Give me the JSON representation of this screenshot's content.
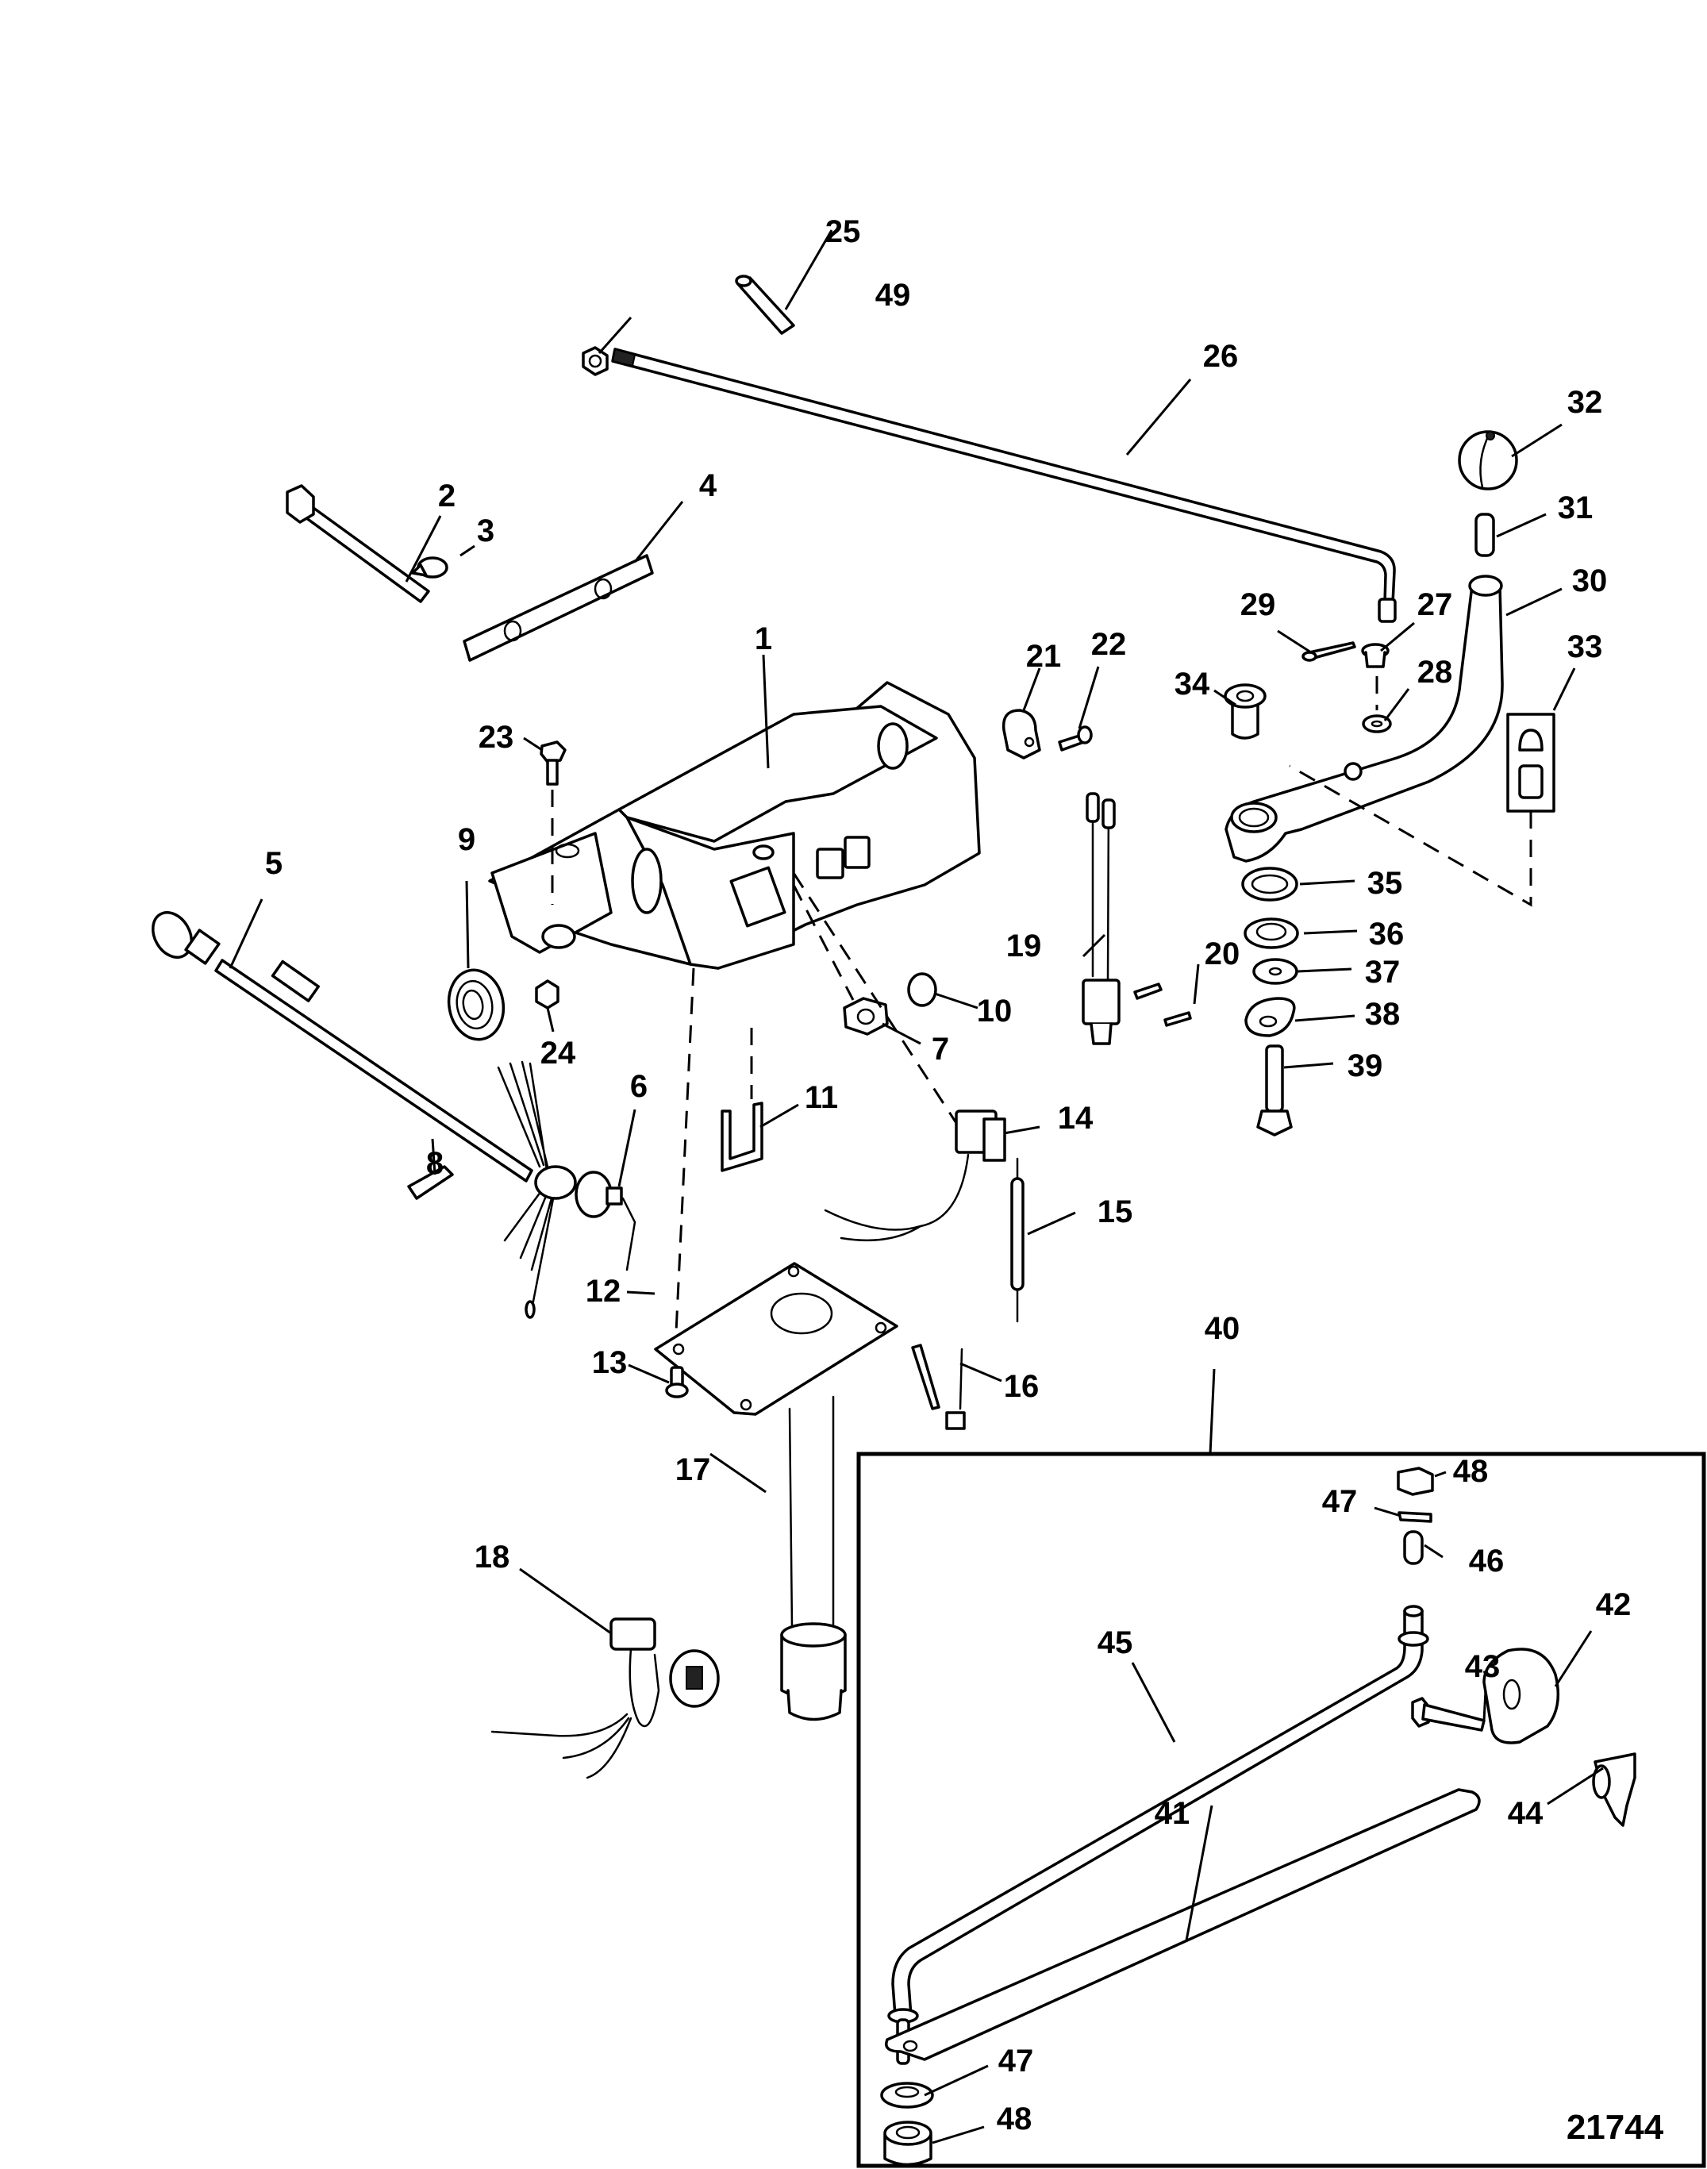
{
  "figure": {
    "type": "exploded parts diagram",
    "illustration_number": "21744",
    "background": "#ffffff",
    "line_color": "#000000"
  },
  "inset": {
    "label": "40",
    "contains": [
      "41",
      "42",
      "43",
      "44",
      "45",
      "46",
      "47",
      "48"
    ]
  },
  "callouts": [
    {
      "id": "c1",
      "label": "1"
    },
    {
      "id": "c2",
      "label": "2"
    },
    {
      "id": "c3",
      "label": "3"
    },
    {
      "id": "c4",
      "label": "4"
    },
    {
      "id": "c5",
      "label": "5"
    },
    {
      "id": "c6",
      "label": "6"
    },
    {
      "id": "c7",
      "label": "7"
    },
    {
      "id": "c8",
      "label": "8"
    },
    {
      "id": "c9",
      "label": "9"
    },
    {
      "id": "c10",
      "label": "10"
    },
    {
      "id": "c11",
      "label": "11"
    },
    {
      "id": "c12",
      "label": "12"
    },
    {
      "id": "c13",
      "label": "13"
    },
    {
      "id": "c14",
      "label": "14"
    },
    {
      "id": "c15",
      "label": "15"
    },
    {
      "id": "c16",
      "label": "16"
    },
    {
      "id": "c17",
      "label": "17"
    },
    {
      "id": "c18",
      "label": "18"
    },
    {
      "id": "c19",
      "label": "19"
    },
    {
      "id": "c20",
      "label": "20"
    },
    {
      "id": "c21",
      "label": "21"
    },
    {
      "id": "c22",
      "label": "22"
    },
    {
      "id": "c23",
      "label": "23"
    },
    {
      "id": "c24",
      "label": "24"
    },
    {
      "id": "c25",
      "label": "25"
    },
    {
      "id": "c26",
      "label": "26"
    },
    {
      "id": "c27",
      "label": "27"
    },
    {
      "id": "c28",
      "label": "28"
    },
    {
      "id": "c29",
      "label": "29"
    },
    {
      "id": "c30",
      "label": "30"
    },
    {
      "id": "c31",
      "label": "31"
    },
    {
      "id": "c32",
      "label": "32"
    },
    {
      "id": "c33",
      "label": "33"
    },
    {
      "id": "c34",
      "label": "34"
    },
    {
      "id": "c35",
      "label": "35"
    },
    {
      "id": "c36",
      "label": "36"
    },
    {
      "id": "c37",
      "label": "37"
    },
    {
      "id": "c38",
      "label": "38"
    },
    {
      "id": "c39",
      "label": "39"
    },
    {
      "id": "c40",
      "label": "40"
    },
    {
      "id": "c41",
      "label": "41"
    },
    {
      "id": "c42",
      "label": "42"
    },
    {
      "id": "c43",
      "label": "43"
    },
    {
      "id": "c44",
      "label": "44"
    },
    {
      "id": "c45",
      "label": "45"
    },
    {
      "id": "c46",
      "label": "46"
    },
    {
      "id": "c47a",
      "label": "47"
    },
    {
      "id": "c48a",
      "label": "48"
    },
    {
      "id": "c47b",
      "label": "47"
    },
    {
      "id": "c48b",
      "label": "48"
    },
    {
      "id": "c49",
      "label": "49"
    }
  ]
}
